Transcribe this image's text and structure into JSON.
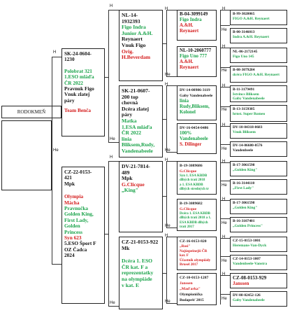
{
  "root": {
    "label": "RODOKMEŇ",
    "h": "H",
    "he": "He"
  },
  "markers": {
    "h": "H",
    "he": "He"
  },
  "g1": [
    {
      "reg": "SK-24-0604-\n1230",
      "color_lines": [
        {
          "text": "Polobrat 321\n1.ESO mláďa\nČR 2022",
          "c": "green"
        },
        {
          "text": "Pravnuk Figo\nVnuk zlatej\npáry",
          "c": "blk"
        },
        {
          "text": "Team Benča",
          "c": "red"
        }
      ]
    },
    {
      "reg": "CZ-22-0153-\n421\nMpk",
      "color_lines": [
        {
          "text": "Olympia\nMácha",
          "c": "red"
        },
        {
          "text": "Pravnučka\nGolden King,\nFirst Lady,\nGolden\nPrincess",
          "c": "green"
        },
        {
          "text": "Syn 623",
          "c": "red"
        },
        {
          "text": "5.ESO Šport F\nOZ Čadca\n2024",
          "c": "blk"
        }
      ]
    }
  ],
  "g2": [
    {
      "reg": "NL-14-\n1932393",
      "lines": [
        {
          "text": "Figo Indra\nJunior A.&H.",
          "c": "green"
        },
        {
          "text": "Reynaert\nVnuk Figo",
          "c": "blk"
        },
        {
          "text": "Orig.\nH.Beverdam",
          "c": "red"
        }
      ]
    },
    {
      "reg": "SK-21-0607-\n200 top\nchovná",
      "lines": [
        {
          "text": "Dcéra zlatej\npáry",
          "c": "blk"
        },
        {
          "text": "Matka\n1.ESA mláďa\nČR 2022\nlinia\nBliksem,Rudy,\nVandenabeele",
          "c": "green"
        }
      ]
    },
    {
      "reg": "DV-21-7814-\n489\nMpk",
      "lines": [
        {
          "text": "G.Clicque",
          "c": "red"
        },
        {
          "text": "„King\"",
          "c": "green"
        }
      ]
    },
    {
      "reg": "CZ-21-0153-922\nMk",
      "lines": [
        {
          "text": "Dcéra 1. ESO\nČR kat. F a\nreprezentatky\nna olympiáde\nv kat. E",
          "c": "green"
        }
      ]
    }
  ],
  "g3": [
    {
      "reg": "B-04-3099149",
      "lines": [
        {
          "text": "Figo Indra",
          "c": "green"
        },
        {
          "text": "A.&H.\nReynaert",
          "c": "red"
        }
      ]
    },
    {
      "reg": "NL-10-2060777",
      "lines": [
        {
          "text": "Figo Uno 777",
          "c": "green"
        },
        {
          "text": "A.&H.\nReynaert",
          "c": "red"
        }
      ]
    },
    {
      "reg": "DV-14-08986-3119",
      "lines": [
        {
          "text": "Gaby Vandenabeele",
          "c": "blk"
        },
        {
          "text": "linia\nRudy,Bliksem,\nKolonel",
          "c": "green"
        }
      ]
    },
    {
      "reg": "DV-16-0454-0486",
      "lines": [
        {
          "text": "100%\nVandenabeele",
          "c": "green"
        },
        {
          "text": "S. Dilinger",
          "c": "red"
        }
      ]
    },
    {
      "reg": "B-19-3089686",
      "lines": [
        {
          "text": "G.Clicque",
          "c": "red"
        },
        {
          "text": "Syn 1. ESA KBDB\ndlhých tratí 2018\na 1. ESA KBDB\ndlhých stredných tr",
          "c": "green"
        }
      ]
    },
    {
      "reg": "B-19-3089682",
      "lines": [
        {
          "text": "G.Clicque",
          "c": "red"
        },
        {
          "text": "Dcéra 1. ESA KBDB\ndlhých tratí 2018 a 1.\nESA KBDB dlhých\ntratí 2017",
          "c": "green"
        }
      ]
    },
    {
      "reg": "CZ-16-0153-820",
      "lines": [
        {
          "text": "„Rosi\"\nNajúspešnejší ČR\nkat. F\nÚčastník olympiády\nBrusel 2017",
          "c": "red"
        }
      ]
    },
    {
      "reg": "CZ-10-0153-1287",
      "lines": [
        {
          "text": "Janssen",
          "c": "red"
        },
        {
          "text": "„Mad'arka\"",
          "c": "red"
        },
        {
          "text": "Olympionička\nBudapešť 2015",
          "c": "blk"
        }
      ]
    }
  ],
  "g4": [
    {
      "reg": "B-99-3020065",
      "lines": [
        {
          "text": "FIGO A.&H. Reynaert",
          "c": "green"
        }
      ]
    },
    {
      "reg": "B-00-3146013",
      "lines": [
        {
          "text": "Indra A.&H. Reynaert",
          "c": "green"
        }
      ]
    },
    {
      "reg": "NL-06-2172145",
      "lines": [
        {
          "text": "Figo Uno 145",
          "c": "green"
        }
      ]
    },
    {
      "reg": "B-08-3079284",
      "lines": [
        {
          "text": "dcéra FIGO A.&H. Reynaert",
          "c": "green"
        }
      ]
    },
    {
      "reg": "B-11-3179491",
      "lines": [
        {
          "text": "Istvincs Bliksem\nGaby Vandenabeele",
          "c": "green"
        }
      ]
    },
    {
      "reg": "B-13-3159385",
      "lines": [
        {
          "text": "hrnst. Super Romeo",
          "c": "green"
        }
      ]
    },
    {
      "reg": "DV-10-04318-0683",
      "lines": [
        {
          "text": "Vnuk Bliksem",
          "c": "green"
        }
      ]
    },
    {
      "reg": "DV-14-06680-0576",
      "lines": [
        {
          "text": "Vandenbeele",
          "c": "blk"
        }
      ]
    },
    {
      "reg": "B-17-3061598",
      "lines": [
        {
          "text": "„Golden King\"",
          "c": "green"
        }
      ]
    },
    {
      "reg": "B-16-3144110",
      "lines": [
        {
          "text": "„First Lady\"",
          "c": "green"
        }
      ]
    },
    {
      "reg": "B-17-3061598",
      "lines": [
        {
          "text": "„Golden King\"",
          "c": "green"
        }
      ]
    },
    {
      "reg": "B-16-3107401",
      "lines": [
        {
          "text": "„Golden Princess\"",
          "c": "green"
        }
      ]
    },
    {
      "reg": "CZ-15-0153-1001",
      "lines": [
        {
          "text": "Heremans-Van-Dyck",
          "c": "green"
        }
      ]
    },
    {
      "reg": "CZ-14-0153-1007",
      "lines": [
        {
          "text": "Vandenbeele-Vanstra",
          "c": "green"
        }
      ]
    },
    {
      "reg": "CZ-08-0153-929",
      "lines": [
        {
          "text": "Janssen",
          "c": "red"
        }
      ]
    },
    {
      "reg": "DV-08-02452-126",
      "lines": [
        {
          "text": "Gaby Vandenabeele",
          "c": "green"
        }
      ]
    }
  ]
}
